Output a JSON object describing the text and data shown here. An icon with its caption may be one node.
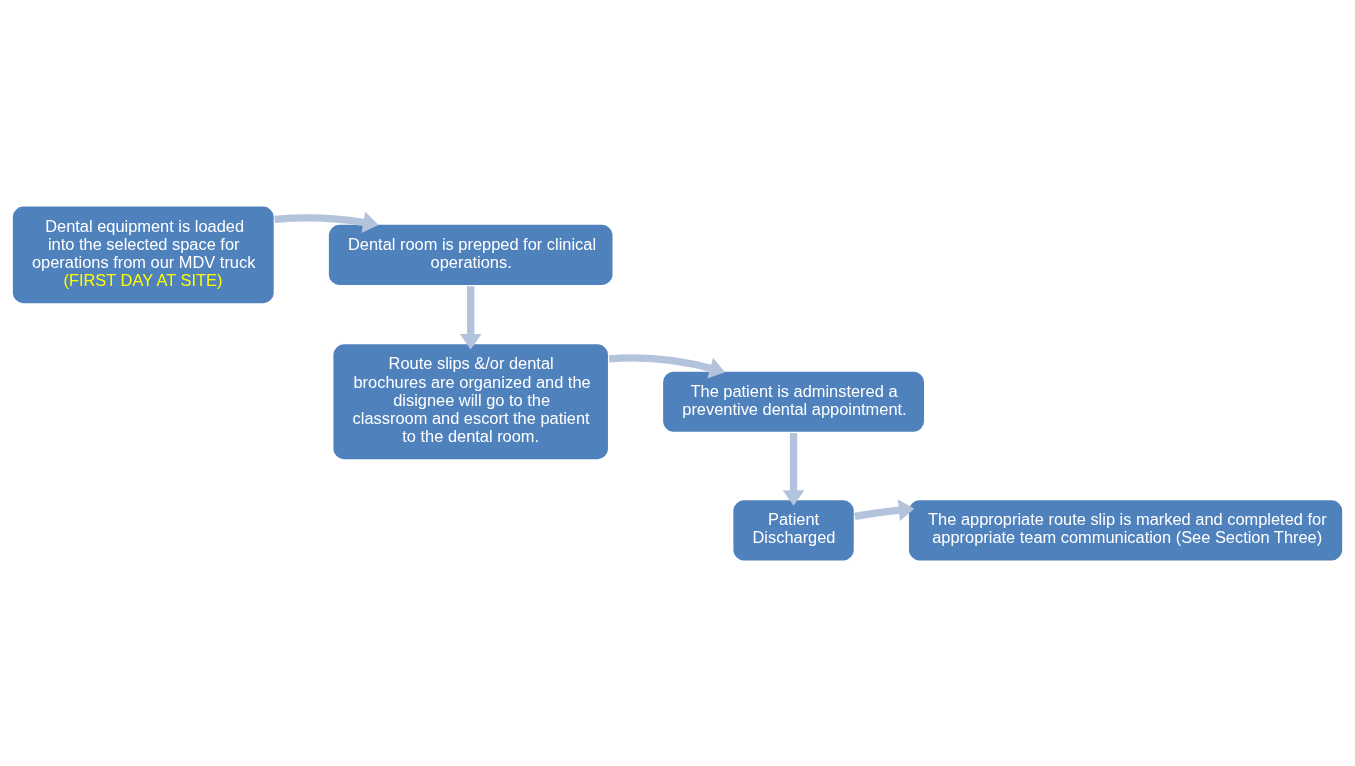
{
  "diagram": {
    "nodes": [
      {
        "text": [
          "Dental equipment is loaded into the selected space for operations from our MDV truck",
          "(FIRST DAY AT SITE)"
        ]
      },
      {
        "text": [
          "Dental room is prepped for clinical operations."
        ]
      },
      {
        "text": [
          "Route slips &/or dental brochures are organized and the disignee will go to the classroom and escort the patient to the dental room."
        ]
      },
      {
        "text": [
          "The patient is adminstered a preventive dental appointment."
        ]
      },
      {
        "text": [
          "Patient Discharged"
        ]
      },
      {
        "text": [
          "The appropriate route slip is marked and completed for appropriate team communication (See Section Three)"
        ]
      }
    ],
    "edges": [
      {
        "from": 0,
        "to": 1,
        "arrow": "to"
      },
      {
        "from": 1,
        "to": 2,
        "arrow": "to"
      },
      {
        "from": 2,
        "to": 3,
        "arrow": "to"
      },
      {
        "from": 3,
        "to": 4,
        "arrow": "to"
      },
      {
        "from": 4,
        "to": 5,
        "arrow": "to"
      }
    ]
  }
}
